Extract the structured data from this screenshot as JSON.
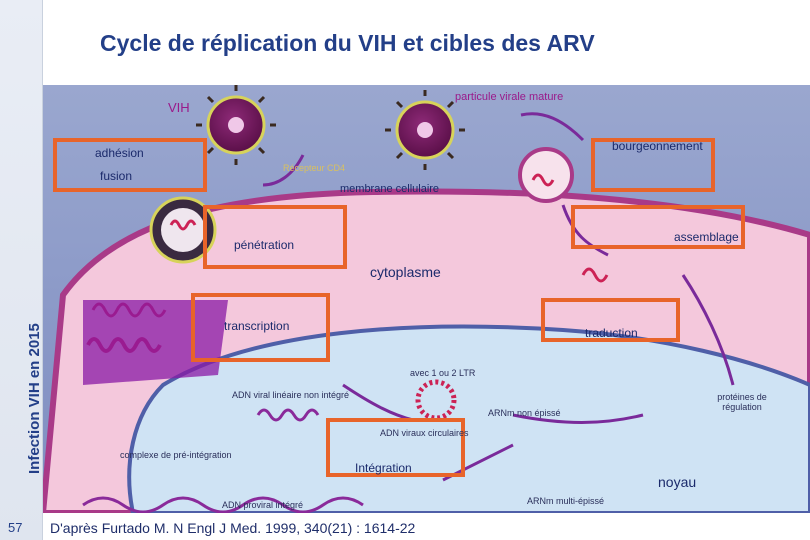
{
  "header": {
    "title": "Cycle de réplication du VIH et cibles des ARV"
  },
  "sidebar": {
    "vertical_title": "Infection VIH en 2015",
    "page_number": "57"
  },
  "footer": {
    "citation": "D'après Furtado M. N Engl J Med. 1999, 340(21) : 1614-22"
  },
  "diagram": {
    "labels": {
      "vih": "VIH",
      "particule": "particule virale mature",
      "bourgeonnement": "bourgeonnement",
      "adhesion": "adhésion",
      "fusion": "fusion",
      "recepteur": "Récepteur CD4",
      "membrane": "membrane cellulaire",
      "assemblage": "assemblage",
      "penetration": "pénétration",
      "cytoplasme": "cytoplasme",
      "transcription": "transcription",
      "traduction": "traduction",
      "ltr": "avec 1 ou 2 LTR",
      "adn_lineaire": "ADN viral linéaire non intégré",
      "arnm_non_epissee": "ARNm non épissé",
      "proteines": "protéines de régulation",
      "adn_circulaires": "ADN viraux circulaires",
      "complexe": "complexe de pré-intégration",
      "integration": "Intégration",
      "noyau": "noyau",
      "adn_proviral": "ADN proviral intégré",
      "arnm_multi": "ARNm multi-épissé"
    },
    "colors": {
      "cell": "#f4c8dc",
      "membrane": "#a93a88",
      "nucleus": "#cfe3f4",
      "virus": "#7a1a63",
      "target_box": "#e8642a",
      "rna": "#cc2255",
      "dna": "#8a2a9a"
    }
  }
}
